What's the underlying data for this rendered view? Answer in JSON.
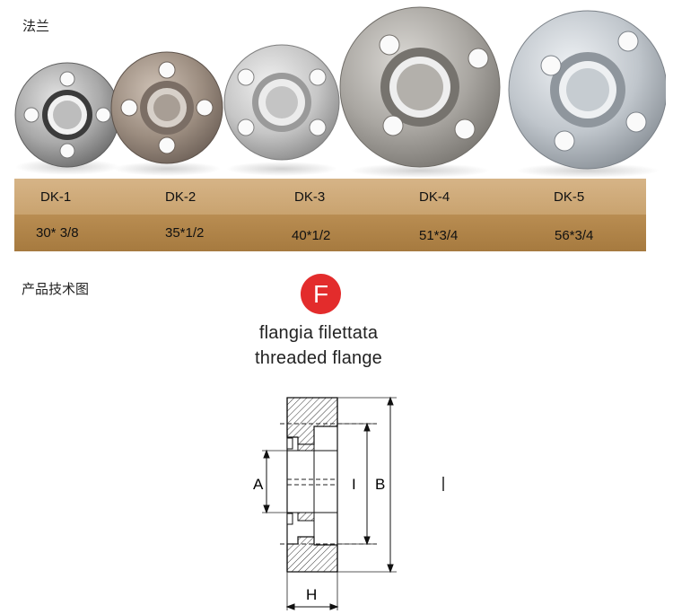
{
  "headings": {
    "top": "法兰",
    "technical": "产品技术图"
  },
  "models": [
    {
      "code": "DK-1",
      "size": "30* 3/8"
    },
    {
      "code": "DK-2",
      "size": "35*1/2"
    },
    {
      "code": "DK-3",
      "size": "40*1/2"
    },
    {
      "code": "DK-4",
      "size": "51*3/4"
    },
    {
      "code": "DK-5",
      "size": "56*3/4"
    }
  ],
  "badge": "F",
  "title": {
    "italian": "flangia filettata",
    "english": "threaded flange"
  },
  "drawing_labels": {
    "a": "A",
    "i": "I",
    "b": "B",
    "h": "H"
  },
  "colors": {
    "badge": "#e32c2c",
    "row_top": "#d2ae7f",
    "row_bottom": "#b0844a"
  }
}
